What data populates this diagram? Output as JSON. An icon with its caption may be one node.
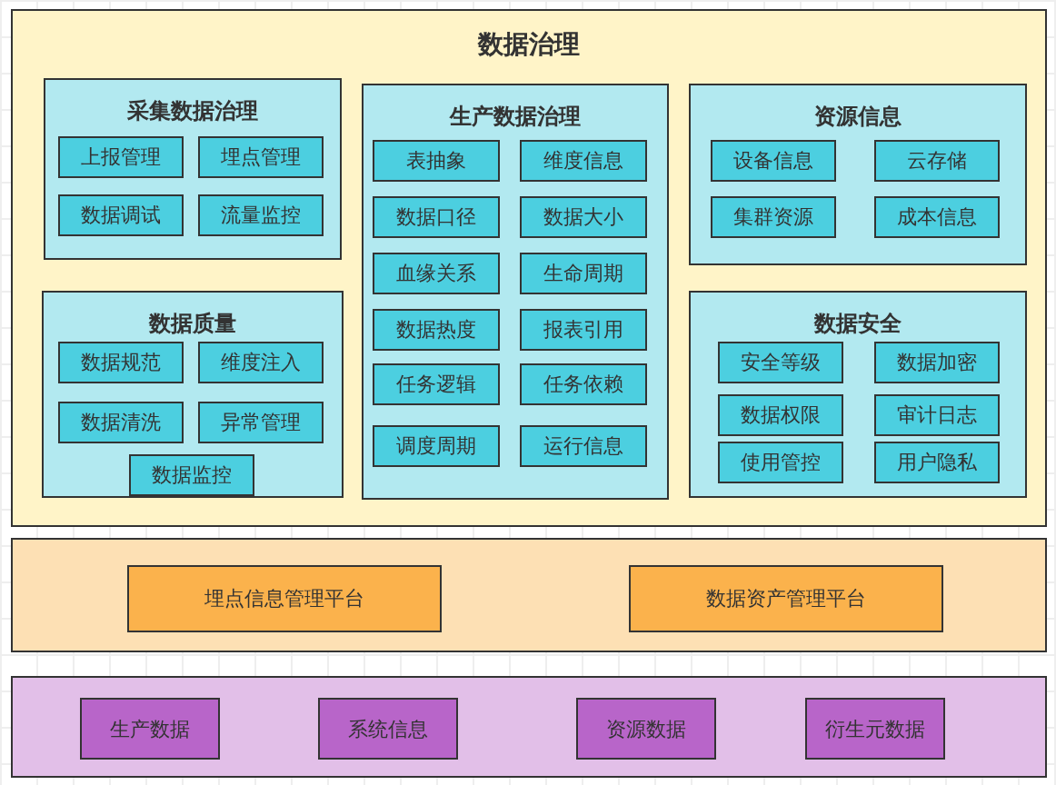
{
  "diagram": {
    "nodes": [
      {
        "text": [
          "数据治理"
        ]
      },
      {
        "text": [
          "采集数据治理"
        ],
        "in": 0
      },
      {
        "text": [
          "上报管理"
        ],
        "in": 1
      },
      {
        "text": [
          "埋点管理"
        ],
        "in": 1
      },
      {
        "text": [
          "数据调试"
        ],
        "in": 1
      },
      {
        "text": [
          "流量监控"
        ],
        "in": 1
      },
      {
        "text": [
          "数据质量"
        ],
        "in": 0
      },
      {
        "text": [
          "数据规范"
        ],
        "in": 6
      },
      {
        "text": [
          "维度注入"
        ],
        "in": 6
      },
      {
        "text": [
          "数据清洗"
        ],
        "in": 6
      },
      {
        "text": [
          "异常管理"
        ],
        "in": 6
      },
      {
        "text": [
          "数据监控"
        ],
        "in": 6
      },
      {
        "text": [
          "生产数据治理"
        ],
        "in": 0
      },
      {
        "text": [
          "表抽象"
        ],
        "in": 12
      },
      {
        "text": [
          "维度信息"
        ],
        "in": 12
      },
      {
        "text": [
          "数据口径"
        ],
        "in": 12
      },
      {
        "text": [
          "数据大小"
        ],
        "in": 12
      },
      {
        "text": [
          "血缘关系"
        ],
        "in": 12
      },
      {
        "text": [
          "生命周期"
        ],
        "in": 12
      },
      {
        "text": [
          "数据热度"
        ],
        "in": 12
      },
      {
        "text": [
          "报表引用"
        ],
        "in": 12
      },
      {
        "text": [
          "任务逻辑"
        ],
        "in": 12
      },
      {
        "text": [
          "任务依赖"
        ],
        "in": 12
      },
      {
        "text": [
          "调度周期"
        ],
        "in": 12
      },
      {
        "text": [
          "运行信息"
        ],
        "in": 12
      },
      {
        "text": [
          "资源信息"
        ],
        "in": 0
      },
      {
        "text": [
          "设备信息"
        ],
        "in": 25
      },
      {
        "text": [
          "云存储"
        ],
        "in": 25
      },
      {
        "text": [
          "集群资源"
        ],
        "in": 25
      },
      {
        "text": [
          "成本信息"
        ],
        "in": 25
      },
      {
        "text": [
          "数据安全"
        ],
        "in": 0
      },
      {
        "text": [
          "安全等级"
        ],
        "in": 30
      },
      {
        "text": [
          "数据加密"
        ],
        "in": 30
      },
      {
        "text": [
          "数据权限"
        ],
        "in": 30
      },
      {
        "text": [
          "审计日志"
        ],
        "in": 30
      },
      {
        "text": [
          "使用管控"
        ],
        "in": 30
      },
      {
        "text": [
          "用户隐私"
        ],
        "in": 30
      },
      {
        "text": [],
        "shape": "box"
      },
      {
        "text": [
          "埋点信息管理平台"
        ],
        "in": 37
      },
      {
        "text": [
          "数据资产管理平台"
        ],
        "in": 37
      },
      {
        "text": [],
        "shape": "box"
      },
      {
        "text": [
          "生产数据"
        ],
        "in": 40
      },
      {
        "text": [
          "系统信息"
        ],
        "in": 40
      },
      {
        "text": [
          "资源数据"
        ],
        "in": 40
      },
      {
        "text": [
          "衍生元数据"
        ],
        "in": 40
      }
    ]
  }
}
